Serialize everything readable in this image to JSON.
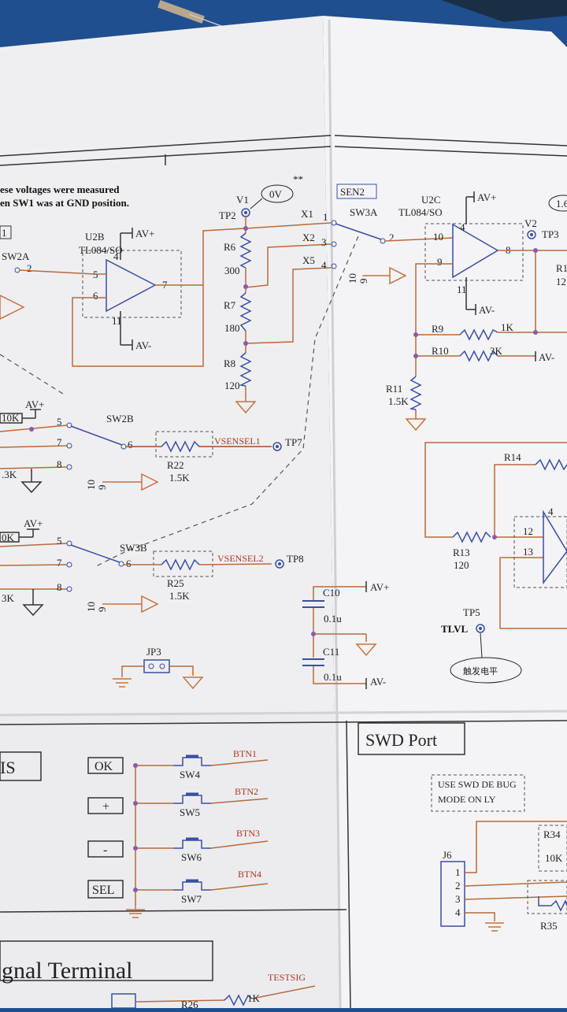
{
  "colors": {
    "background": "#1f4f8e",
    "paper": "#f2f2f4",
    "wire": "#b86a3c",
    "part": "#3a4fa0",
    "black": "#222222",
    "net_label": "#b0341b"
  },
  "notes": {
    "line1": "ese voltages were measured",
    "line2": "en SW1 was at GND position.",
    "stars": "**"
  },
  "top_left": {
    "box_label": "1",
    "sw2a": "SW2A",
    "sw2a_pin": "2"
  },
  "u2b": {
    "name": "U2B",
    "part": "TL084/SO",
    "pin5": "5",
    "pin6": "6",
    "pin7": "7",
    "pin4": "4",
    "pin11": "11",
    "avp": "AV+",
    "avm": "AV-"
  },
  "v1": {
    "name": "V1",
    "tp": "TP2",
    "value": "0V"
  },
  "divider": {
    "r6": "R6",
    "r6v": "300",
    "r7": "R7",
    "r7v": "180",
    "r8": "R8",
    "r8v": "120"
  },
  "sw3a": {
    "x1": "X1",
    "x2": "X2",
    "x5": "X5",
    "p1": "1",
    "p2": "2",
    "p3": "3",
    "p4": "4",
    "name": "SW3A",
    "p10": "10",
    "p9": "9"
  },
  "sen2": {
    "label": "SEN2"
  },
  "u2c": {
    "name": "U2C",
    "part": "TL084/SO",
    "avp": "AV+",
    "avm": "AV-",
    "pin10": "10",
    "pin9": "9",
    "pin8": "8",
    "pin4": "4",
    "pin11": "11"
  },
  "v2": {
    "name": "V2",
    "tp": "TP3",
    "bubble": "1.6"
  },
  "right_res": {
    "r1": "R1",
    "r1v": "12",
    "r9": "R9",
    "r9v": "1K",
    "r10": "R10",
    "r10v": "3K",
    "r10avm": "AV-",
    "r11": "R11",
    "r11v": "1.5K"
  },
  "sw2b": {
    "name": "SW2B",
    "r": "10K",
    "avp": "AV+",
    "p5": "5",
    "p7": "7",
    "p8": "8",
    "p6": "6",
    "r3k": ".3K",
    "p10": "10",
    "p9": "9"
  },
  "r22": {
    "name": "R22",
    "value": "1.5K",
    "net": "VSENSEL1",
    "tp": "TP7"
  },
  "sw3b": {
    "name": "SW3B",
    "r": "0K",
    "avp": "AV+",
    "p5": "5",
    "p7": "7",
    "p8": "8",
    "p6": "6",
    "r3k": "3K",
    "p10": "10",
    "p9": "9"
  },
  "r25": {
    "name": "R25",
    "value": "1.5K",
    "net": "VSENSEL2",
    "tp": "TP8"
  },
  "r14": {
    "name": "R14"
  },
  "r13": {
    "name": "R13",
    "value": "120",
    "pin12": "12",
    "pin13": "13",
    "pin4": "4"
  },
  "tlvl": {
    "tp": "TP5",
    "name": "TLVL",
    "bubble": "触发电平"
  },
  "caps": {
    "c10": "C10",
    "c10v": "0.1u",
    "c10avp": "AV+",
    "c11": "C11",
    "c11v": "0.1u",
    "c11avm": "AV-"
  },
  "jp3": {
    "name": "JP3"
  },
  "buttons_title": {
    "text": "IS"
  },
  "buttons": [
    {
      "key": "OK",
      "sw": "SW4",
      "net": "BTN1"
    },
    {
      "key": "+",
      "sw": "SW5",
      "net": "BTN2"
    },
    {
      "key": "-",
      "sw": "SW6",
      "net": "BTN3"
    },
    {
      "key": "SEL",
      "sw": "SW7",
      "net": "BTN4"
    }
  ],
  "swd": {
    "title": "SWD Port",
    "note1": "USE SWD DE BUG",
    "note2": "MODE ON LY",
    "conn": "J6",
    "pins": [
      "1",
      "2",
      "3",
      "4"
    ],
    "r34": "R34",
    "r34v": "10K",
    "r35": "R35"
  },
  "signal": {
    "title": "gnal Terminal",
    "net": "TESTSIG",
    "r": "R26",
    "rv": "1K"
  }
}
